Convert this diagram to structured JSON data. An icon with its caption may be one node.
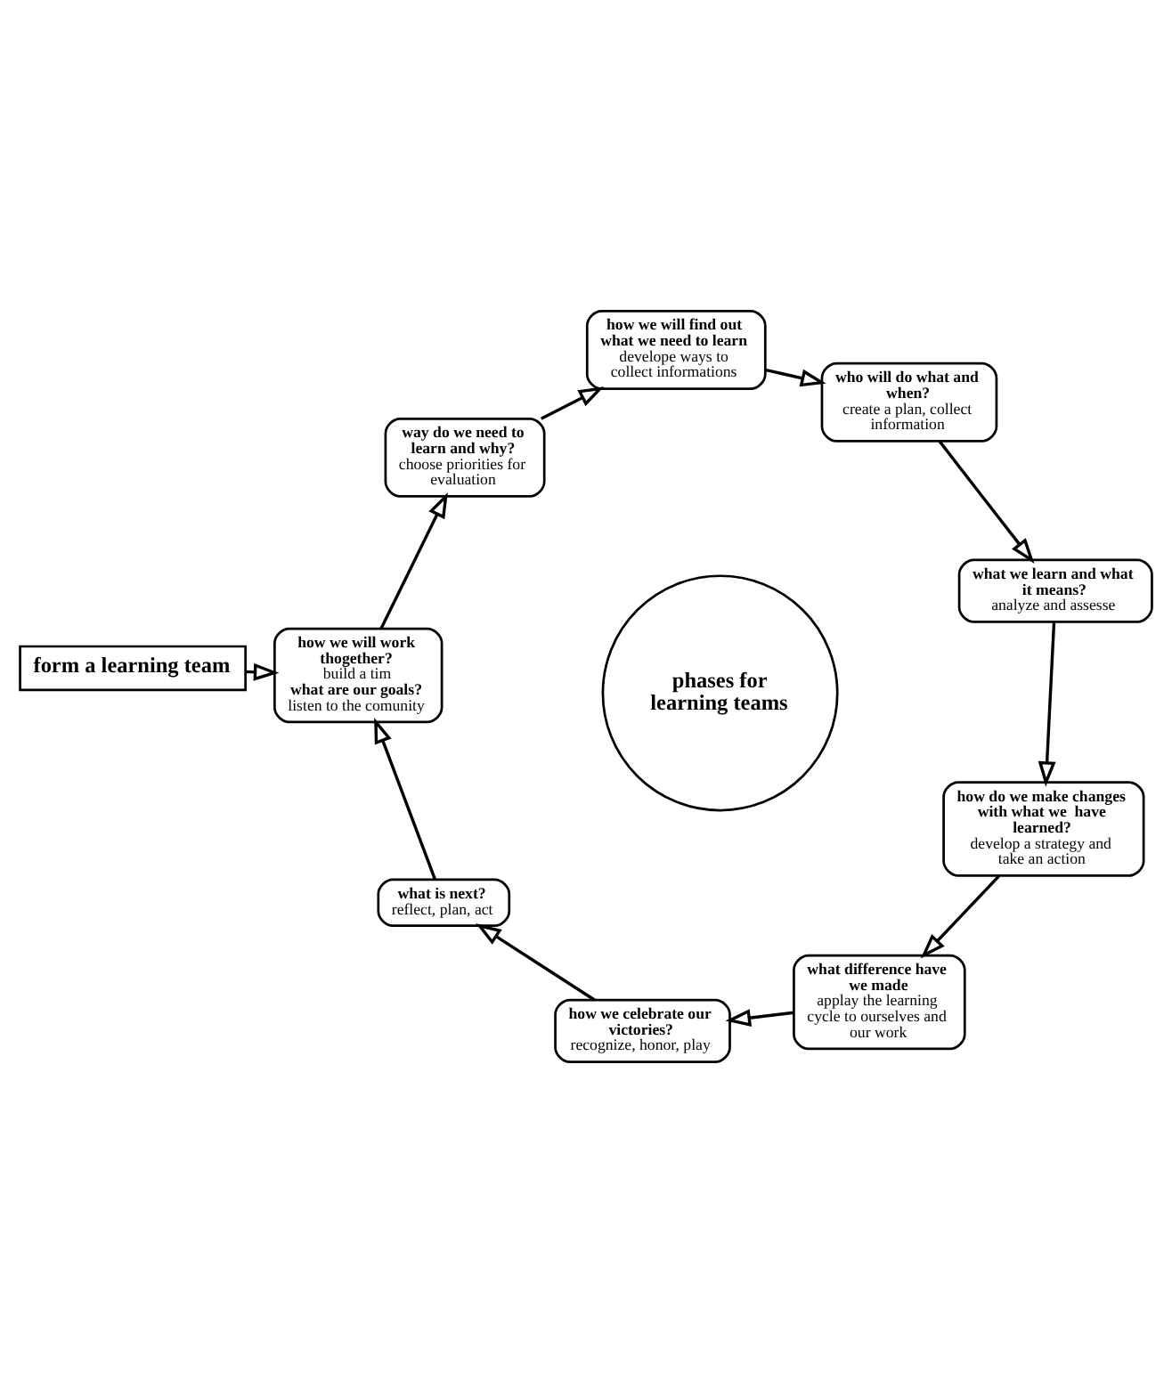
{
  "diagram": {
    "nodes": [
      {
        "text": [
          "form a learning team"
        ]
      },
      {
        "text": [
          "phases for learning teams"
        ]
      },
      {
        "text": [
          "how we will work thogether?",
          "build a tim",
          "what are our goals?",
          "listen to the comunity"
        ]
      },
      {
        "text": [
          "way do we need to learn and why?",
          "choose priorities for evaluation"
        ]
      },
      {
        "text": [
          "how we will find out what we need to learn",
          "develope ways to collect informations"
        ]
      },
      {
        "text": [
          "who will do what and when?",
          "create a plan, collect information"
        ]
      },
      {
        "text": [
          "what we learn and what it means?",
          "analyze and assesse"
        ]
      },
      {
        "text": [
          "how do we make changes with what we  have learned?",
          "develop a strategy and take an action"
        ]
      },
      {
        "text": [
          "what difference have we made",
          "applay the learning cycle to ourselves and our work"
        ]
      },
      {
        "text": [
          "how we celebrate our victories?",
          "recognize, honor, play"
        ]
      },
      {
        "text": [
          "what is next?",
          "reflect, plan, act"
        ]
      }
    ],
    "edges": [
      {
        "from": 0,
        "to": 2,
        "arrow": "to"
      },
      {
        "from": 2,
        "to": 3,
        "arrow": "to"
      },
      {
        "from": 3,
        "to": 4,
        "arrow": "to"
      },
      {
        "from": 4,
        "to": 5,
        "arrow": "to"
      },
      {
        "from": 5,
        "to": 6,
        "arrow": "to"
      },
      {
        "from": 6,
        "to": 7,
        "arrow": "to"
      },
      {
        "from": 7,
        "to": 8,
        "arrow": "to"
      },
      {
        "from": 8,
        "to": 9,
        "arrow": "to"
      },
      {
        "from": 9,
        "to": 10,
        "arrow": "to"
      },
      {
        "from": 10,
        "to": 2,
        "arrow": "to"
      }
    ]
  }
}
